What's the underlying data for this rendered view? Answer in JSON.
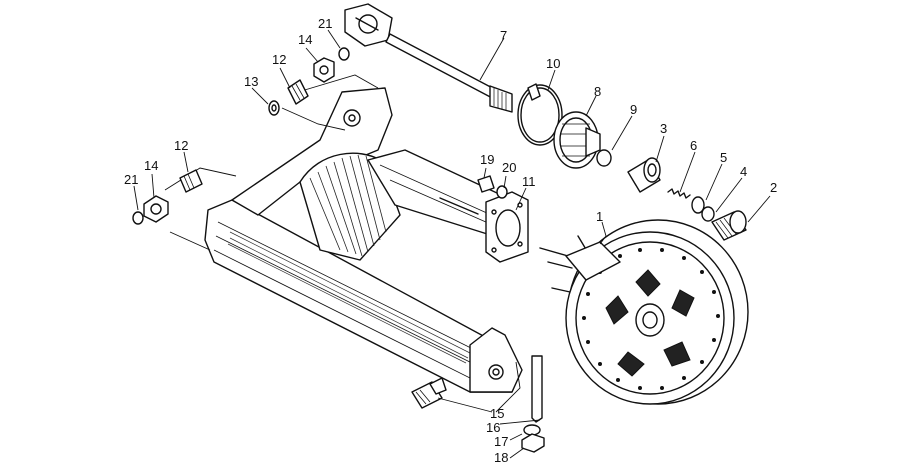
{
  "callouts": {
    "c1": "1",
    "c2": "2",
    "c3": "3",
    "c4": "4",
    "c5": "5",
    "c6": "6",
    "c7": "7",
    "c8": "8",
    "c9": "9",
    "c10": "10",
    "c11": "11",
    "c12a": "12",
    "c12b": "12",
    "c13": "13",
    "c14a": "14",
    "c14b": "14",
    "c15": "15",
    "c16": "16",
    "c17": "17",
    "c18": "18",
    "c19": "19",
    "c20": "20",
    "c21a": "21",
    "c21b": "21"
  }
}
